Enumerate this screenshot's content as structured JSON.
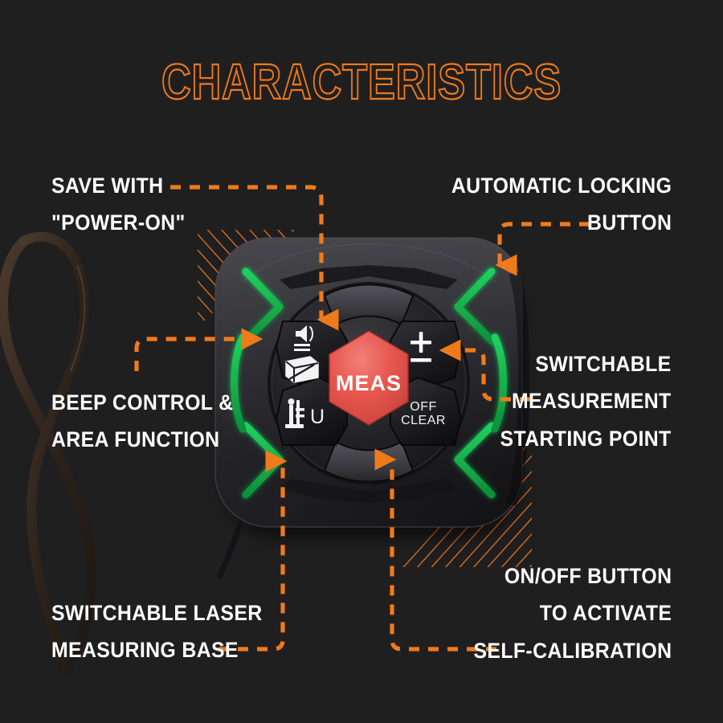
{
  "page": {
    "title": "CHARACTERISTICS",
    "background_color": "#201F20",
    "accent_color": "#F07A1A",
    "label_color": "#FFFFFF",
    "green_accent_color": "#17B14B",
    "meas_button_color": "#E8574E"
  },
  "callouts": [
    {
      "id": "save-with-power-on",
      "position": "top-left",
      "align": "left",
      "lines": [
        "SAVE WITH",
        "\"POWER-ON\""
      ]
    },
    {
      "id": "automatic-locking-button",
      "position": "top-right",
      "align": "right",
      "lines": [
        "AUTOMATIC LOCKING",
        "BUTTON"
      ]
    },
    {
      "id": "beep-control-area-function",
      "position": "mid-left",
      "align": "left",
      "lines": [
        "BEEP CONTROL &",
        "AREA FUNCTION"
      ]
    },
    {
      "id": "switchable-measurement-starting-point",
      "position": "mid-right",
      "align": "right",
      "lines": [
        "SWITCHABLE",
        "MEASUREMENT",
        "STARTING POINT"
      ]
    },
    {
      "id": "switchable-laser-measuring-base",
      "position": "bottom-left",
      "align": "left",
      "lines": [
        "SWITCHABLE LASER",
        "MEASURING BASE"
      ]
    },
    {
      "id": "on-off-button-self-calibration",
      "position": "bottom-right",
      "align": "right",
      "lines": [
        "ON/OFF BUTTON",
        "TO ACTIVATE",
        "SELF-CALIBRATION"
      ]
    }
  ],
  "device": {
    "name": "laser-distance-meter",
    "body_color": "#232326",
    "keypad": {
      "center_button": {
        "name": "meas-button",
        "label": "MEAS",
        "shape": "hexagon",
        "color": "#E8574E"
      },
      "buttons": [
        {
          "name": "beep-area-button",
          "label": "",
          "icon": "speaker-box-icon",
          "position": "upper-left"
        },
        {
          "name": "plus-minus-button",
          "label": "",
          "icon": "plus-minus-icon",
          "position": "upper-right"
        },
        {
          "name": "reference-unit-button",
          "label": "U",
          "icon": "measuring-base-icon",
          "position": "lower-left"
        },
        {
          "name": "off-clear-button",
          "label": "OFF\nCLEAR",
          "icon": "",
          "position": "lower-right"
        },
        {
          "name": "lock-button-top",
          "label": "",
          "icon": "",
          "position": "top-arc"
        },
        {
          "name": "power-button-bottom",
          "label": "",
          "icon": "",
          "position": "bottom-arc"
        }
      ],
      "off_clear_line1": "OFF",
      "off_clear_line2": "CLEAR",
      "unit_label": "U"
    },
    "strap": {
      "name": "wrist-strap",
      "color": "#2B231C"
    }
  }
}
